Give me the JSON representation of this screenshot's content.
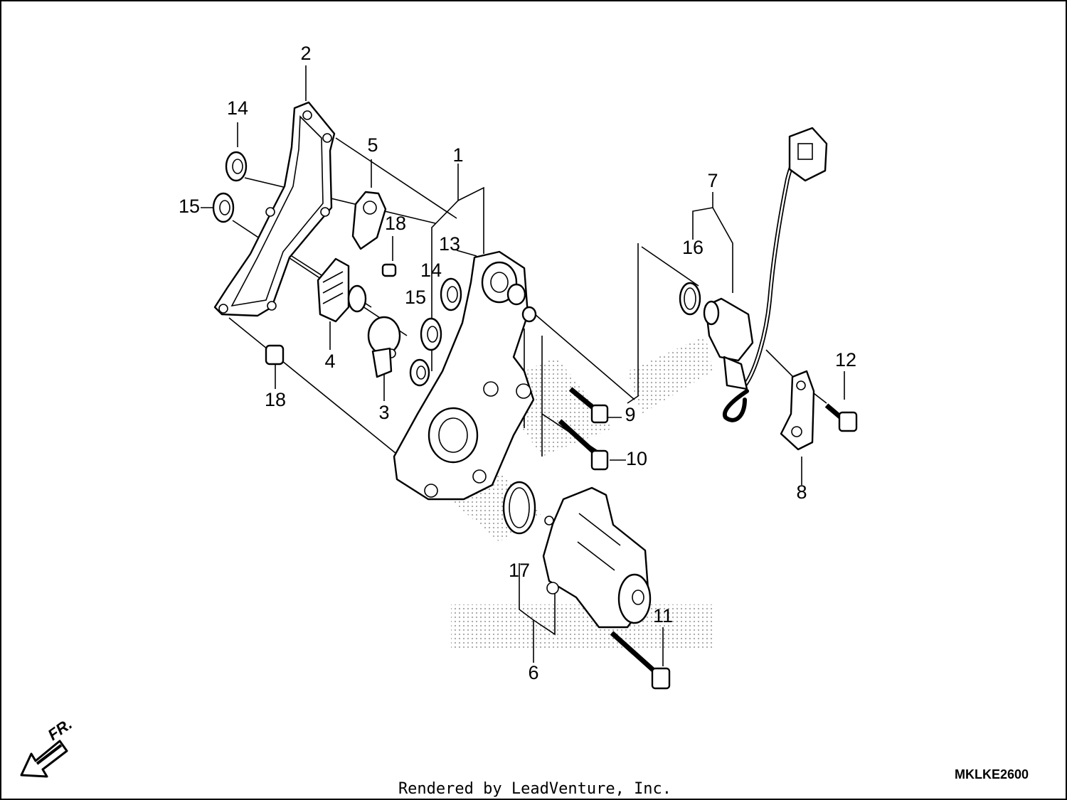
{
  "callouts": [
    {
      "id": "1",
      "label": "1"
    },
    {
      "id": "2",
      "label": "2"
    },
    {
      "id": "3",
      "label": "3"
    },
    {
      "id": "4",
      "label": "4"
    },
    {
      "id": "5",
      "label": "5"
    },
    {
      "id": "6",
      "label": "6"
    },
    {
      "id": "7",
      "label": "7"
    },
    {
      "id": "8",
      "label": "8"
    },
    {
      "id": "9",
      "label": "9"
    },
    {
      "id": "10",
      "label": "10"
    },
    {
      "id": "11",
      "label": "11"
    },
    {
      "id": "12",
      "label": "12"
    },
    {
      "id": "13",
      "label": "13"
    },
    {
      "id": "14a",
      "label": "14"
    },
    {
      "id": "14b",
      "label": "14"
    },
    {
      "id": "15a",
      "label": "15"
    },
    {
      "id": "15b",
      "label": "15"
    },
    {
      "id": "16",
      "label": "16"
    },
    {
      "id": "17",
      "label": "17"
    },
    {
      "id": "18a",
      "label": "18"
    },
    {
      "id": "18b",
      "label": "18"
    }
  ],
  "front_indicator": "FR.",
  "diagram_code": "MKLKE2600",
  "credit": "Rendered by LeadVenture, Inc.",
  "colors": {
    "ink": "#000000",
    "paper": "#ffffff",
    "watermark_dots": "#9a9a9a"
  }
}
